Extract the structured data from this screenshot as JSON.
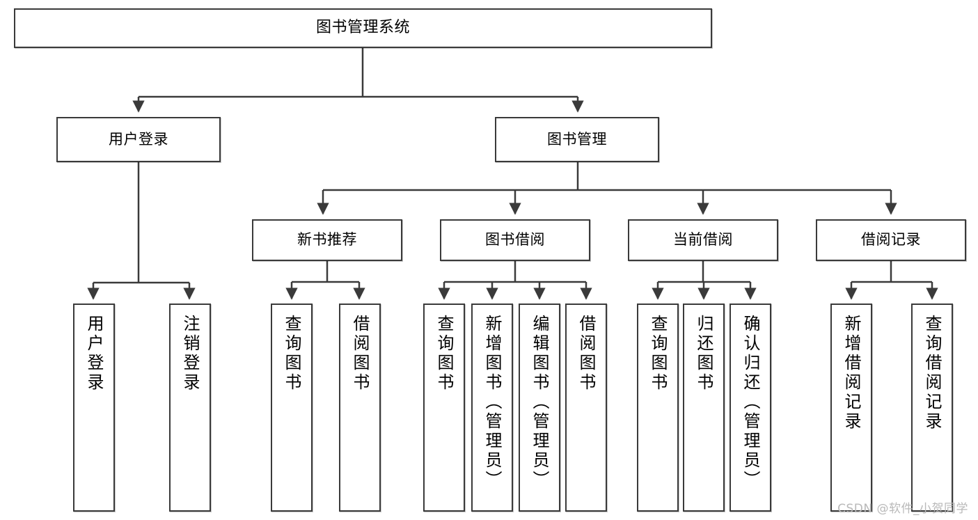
{
  "diagram": {
    "type": "tree",
    "title": "图书管理系统",
    "orientation": "top-down",
    "colors": {
      "box_border": "#3a3a3a",
      "box_fill": "#ffffff",
      "connector": "#3a3a3a",
      "text": "#000000",
      "watermark": "#b9b9b9"
    },
    "levels": [
      {
        "level": 1,
        "nodes": [
          {
            "id": "root",
            "label": "图书管理系统",
            "orientation": "horizontal"
          }
        ]
      },
      {
        "level": 2,
        "nodes": [
          {
            "id": "login",
            "label": "用户登录",
            "orientation": "horizontal",
            "parent": "root"
          },
          {
            "id": "bookmgmt",
            "label": "图书管理",
            "orientation": "horizontal",
            "parent": "root"
          }
        ]
      },
      {
        "level": 3,
        "nodes": [
          {
            "id": "newbook",
            "label": "新书推荐",
            "orientation": "horizontal",
            "parent": "bookmgmt"
          },
          {
            "id": "borrow",
            "label": "图书借阅",
            "orientation": "horizontal",
            "parent": "bookmgmt"
          },
          {
            "id": "current",
            "label": "当前借阅",
            "orientation": "horizontal",
            "parent": "bookmgmt"
          },
          {
            "id": "record",
            "label": "借阅记录",
            "orientation": "horizontal",
            "parent": "bookmgmt"
          }
        ]
      },
      {
        "level": 4,
        "nodes": [
          {
            "id": "leaf1",
            "label": "用户登录",
            "orientation": "vertical",
            "parent": "login"
          },
          {
            "id": "leaf2",
            "label": "注销登录",
            "orientation": "vertical",
            "parent": "login"
          },
          {
            "id": "leaf3",
            "label": "查询图书",
            "orientation": "vertical",
            "parent": "newbook"
          },
          {
            "id": "leaf4",
            "label": "借阅图书",
            "orientation": "vertical",
            "parent": "newbook"
          },
          {
            "id": "leaf5",
            "label": "查询图书",
            "orientation": "vertical",
            "parent": "borrow"
          },
          {
            "id": "leaf6",
            "label": "新增图书（管理员）",
            "orientation": "vertical",
            "parent": "borrow"
          },
          {
            "id": "leaf7",
            "label": "编辑图书（管理员）",
            "orientation": "vertical",
            "parent": "borrow"
          },
          {
            "id": "leaf8",
            "label": "借阅图书",
            "orientation": "vertical",
            "parent": "borrow"
          },
          {
            "id": "leaf9",
            "label": "查询图书",
            "orientation": "vertical",
            "parent": "current"
          },
          {
            "id": "leaf10",
            "label": "归还图书",
            "orientation": "vertical",
            "parent": "current"
          },
          {
            "id": "leaf11",
            "label": "确认归还（管理员）",
            "orientation": "vertical",
            "parent": "current"
          },
          {
            "id": "leaf12",
            "label": "新增借阅记录",
            "orientation": "vertical",
            "parent": "record"
          },
          {
            "id": "leaf13",
            "label": "查询借阅记录",
            "orientation": "vertical",
            "parent": "record"
          }
        ]
      }
    ]
  },
  "watermark": {
    "text": "CSDN @软件_小贺同学"
  }
}
